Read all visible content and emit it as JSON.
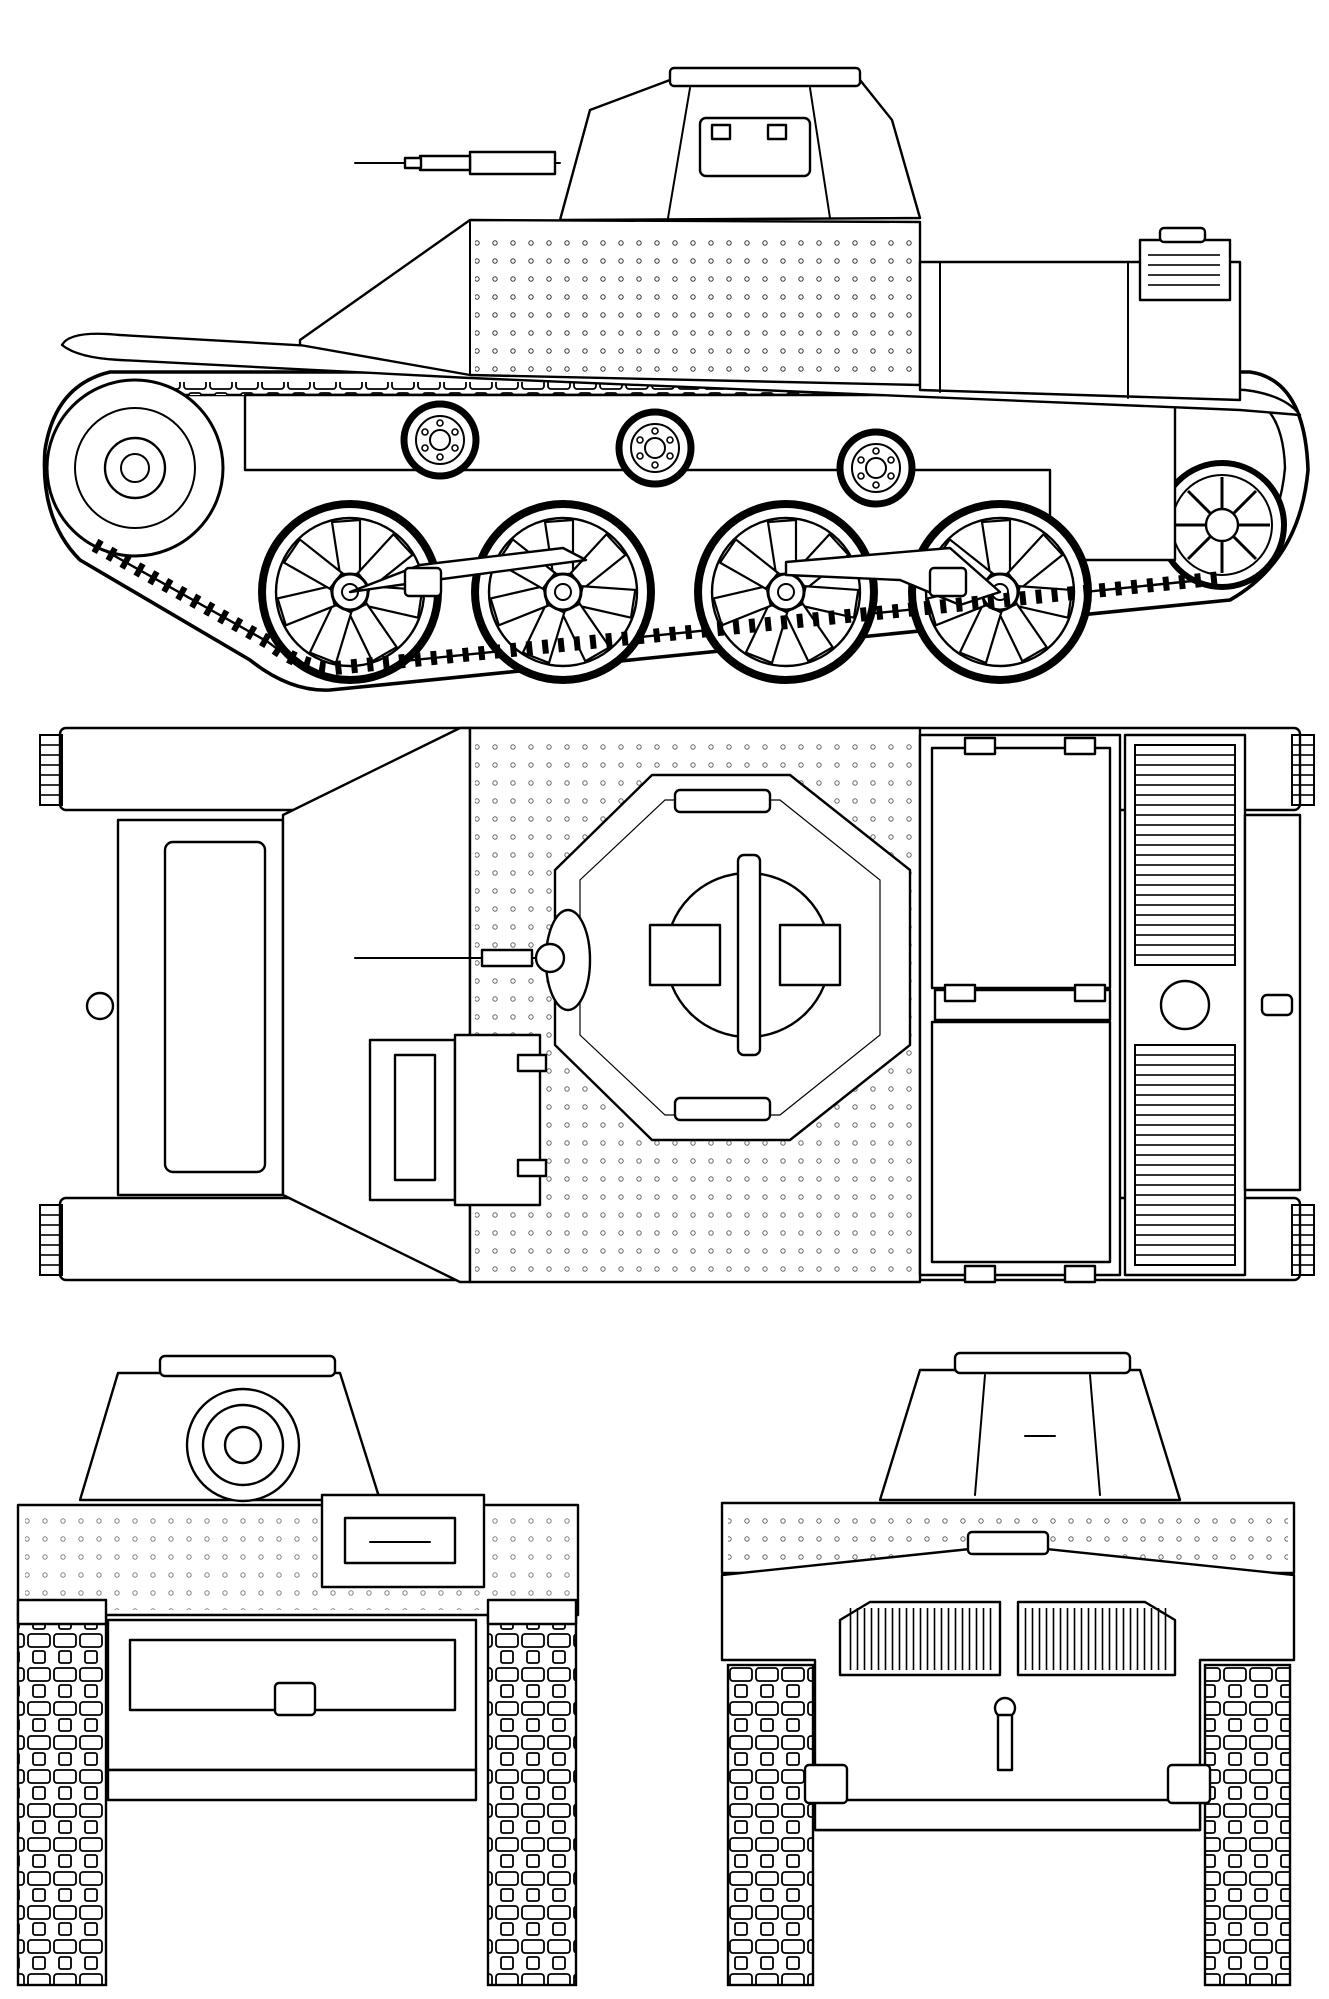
{
  "drawing": {
    "views": [
      {
        "id": "side",
        "text": ""
      },
      {
        "id": "top",
        "text": ""
      },
      {
        "id": "front",
        "text": ""
      },
      {
        "id": "rear",
        "text": ""
      }
    ],
    "line_color": "#000000",
    "background_color": "#ffffff",
    "road_wheels_side": 4,
    "return_rollers_side": 3
  }
}
